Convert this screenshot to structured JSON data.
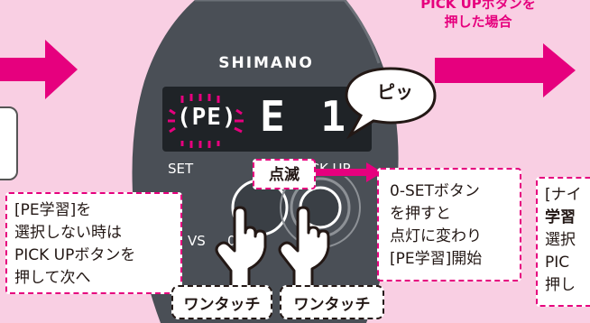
{
  "header_caption": {
    "line1": "PICK UPボタンを",
    "line2": "押した場合"
  },
  "brand": "SHIMANO",
  "lcd": {
    "mode": "(PE)",
    "code": "E 1"
  },
  "sound_bubble": "ピッ",
  "device_labels": {
    "set": "SET",
    "pick_up": "PICK UP",
    "vs": "VS",
    "zero_set": "0-SET"
  },
  "blink_tag": "点滅",
  "callout_left": {
    "line1": "[PE学習]を",
    "line2": "選択しない時は",
    "line3": "PICK UPボタンを",
    "line4": "押して次へ"
  },
  "callout_center": {
    "line1": "0-SETボタン",
    "line2": "を押すと",
    "line3": "点灯に変わり",
    "line4": "[PE学習]開始"
  },
  "callout_right": {
    "line1": "[ナイ",
    "line2": "学習",
    "line3": "選択",
    "line4": "PIC",
    "line5": "押し"
  },
  "one_touch_left": "ワンタッチ",
  "one_touch_right": "ワンタッチ",
  "colors": {
    "accent": "#e6007e",
    "background": "#f9cfe3",
    "device": "#4a4f56",
    "lcd": "#1f2327"
  }
}
